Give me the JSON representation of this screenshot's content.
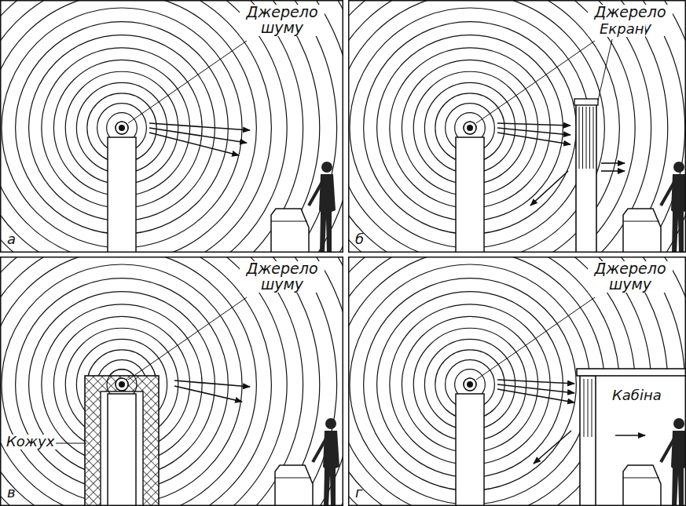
{
  "diagram": {
    "labels": [
      "Джерело шуму",
      "а",
      "Джерело шуму",
      "Екран",
      "б",
      "Джерело шуму",
      "Кожух",
      "в",
      "Джерело шуму",
      "Кабіна",
      "г"
    ]
  }
}
